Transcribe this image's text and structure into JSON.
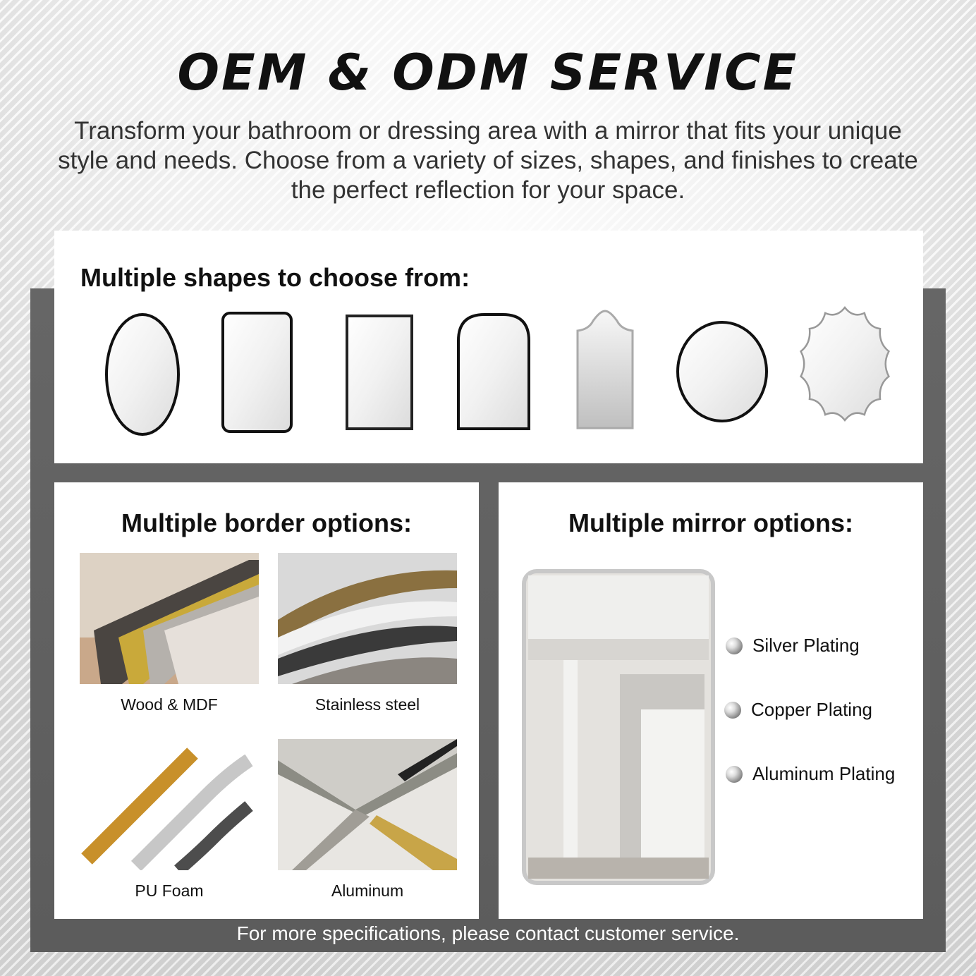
{
  "title": "OEM & ODM SERVICE",
  "intro": "Transform your bathroom or dressing area with a mirror that fits your unique style and needs. Choose from a variety of sizes, shapes, and finishes to create the perfect reflection for your space.",
  "shapes": {
    "heading": "Multiple shapes to choose from:",
    "items": [
      "oval-mirror-icon",
      "rounded-rectangle-mirror-icon",
      "rectangle-mirror-icon",
      "arched-mirror-icon",
      "scalloped-arch-mirror-icon",
      "round-mirror-icon",
      "sunburst-mirror-icon"
    ]
  },
  "borders": {
    "heading": "Multiple border options:",
    "items": [
      {
        "label": "Wood & MDF"
      },
      {
        "label": "Stainless steel"
      },
      {
        "label": "PU Foam"
      },
      {
        "label": "Aluminum"
      }
    ]
  },
  "mirror_options": {
    "heading": "Multiple mirror options:",
    "items": [
      {
        "label": "Silver Plating"
      },
      {
        "label": "Copper Plating"
      },
      {
        "label": "Aluminum Plating"
      }
    ]
  },
  "footer": "For more specifications, please contact customer service.",
  "colors": {
    "panel": "#5f5f5f",
    "card": "#ffffff",
    "text": "#111111"
  }
}
